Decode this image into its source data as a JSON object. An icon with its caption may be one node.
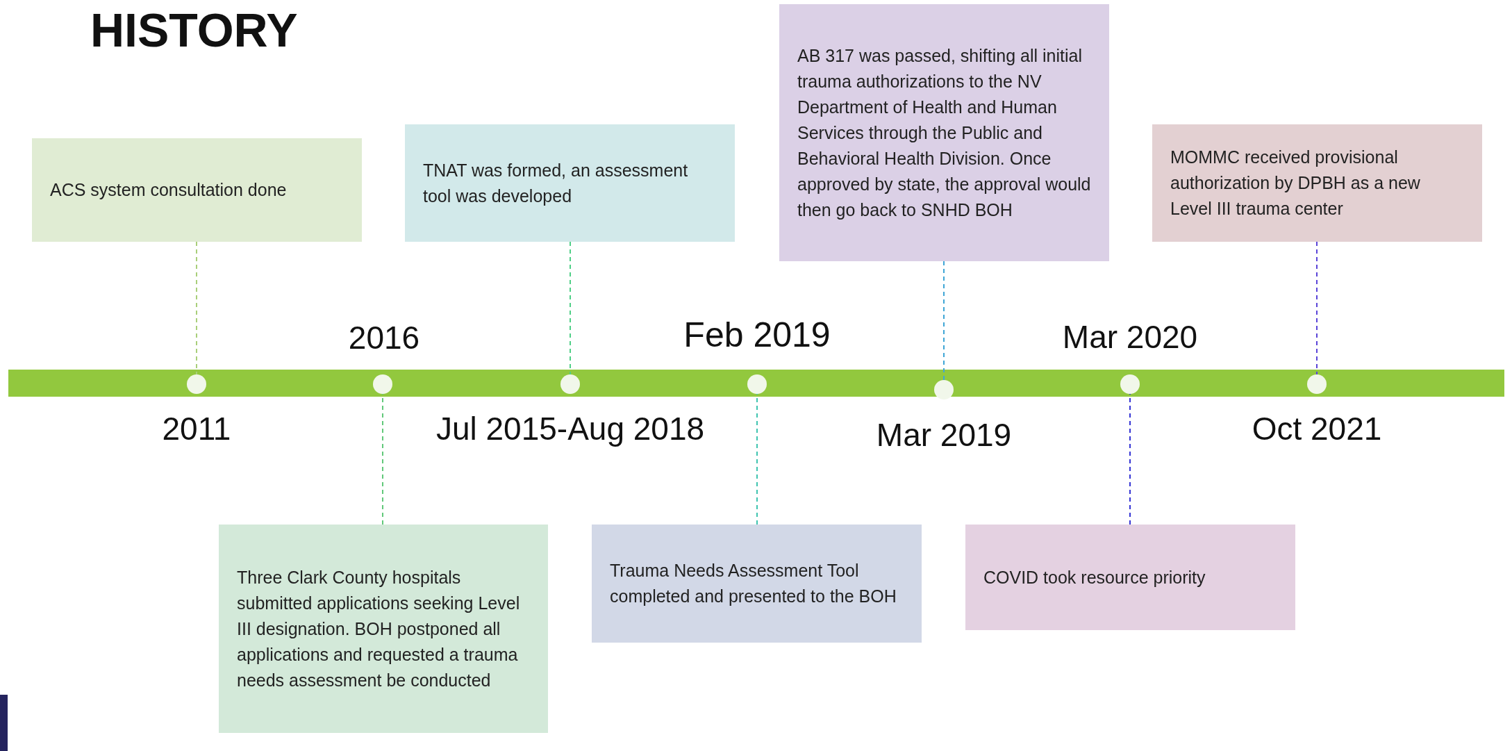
{
  "diagram": {
    "title": "HISTORY",
    "nodes": [
      {
        "text": [
          "ACS system consultation done"
        ]
      },
      {
        "text": [
          "TNAT was formed, an assessment tool was developed"
        ]
      },
      {
        "text": [
          "AB 317 was passed, shifting all initial trauma authorizations to the NV Department of Health and Human Services through the Public and Behavioral Health Division. Once approved by state, the approval would then go back to SNHD BOH"
        ]
      },
      {
        "text": [
          "MOMMC received provisional authorization by DPBH as a new Level III trauma center"
        ]
      },
      {
        "text": [],
        "shape": "circle"
      },
      {
        "text": [],
        "shape": "circle"
      },
      {
        "text": [],
        "shape": "circle"
      },
      {
        "text": [],
        "shape": "circle"
      },
      {
        "text": [],
        "shape": "circle"
      },
      {
        "text": [],
        "shape": "circle"
      },
      {
        "text": [],
        "shape": "circle"
      },
      {
        "text": [
          "Three Clark County hospitals submitted applications seeking Level III designation. BOH postponed all applications and requested a trauma needs assessment be conducted"
        ]
      },
      {
        "text": [
          "Trauma Needs Assessment Tool completed and presented to the BOH"
        ]
      },
      {
        "text": [
          "COVID took resource priority"
        ]
      }
    ],
    "edges": [
      {
        "from": 0,
        "to": 4,
        "arrow": "none",
        "style": "dashed",
        "color": "#a9cf7a"
      },
      {
        "from": 1,
        "to": 6,
        "arrow": "none",
        "style": "dashed",
        "color": "#4fcf86"
      },
      {
        "from": 2,
        "to": 8,
        "arrow": "none",
        "style": "dashed",
        "color": "#3fa6d6"
      },
      {
        "from": 3,
        "to": 10,
        "arrow": "none",
        "style": "dashed",
        "color": "#5a44d8"
      },
      {
        "from": 11,
        "to": 5,
        "arrow": "none",
        "style": "dashed",
        "color": "#62c97a"
      },
      {
        "from": 12,
        "to": 7,
        "arrow": "none",
        "style": "dashed",
        "color": "#3fc4b0"
      },
      {
        "from": 13,
        "to": 9,
        "arrow": "none",
        "style": "dashed",
        "color": "#3434d4"
      }
    ],
    "labels": [
      "2016",
      "Feb 2019",
      "Mar 2020",
      "2011",
      "Jul 2015-Aug 2018",
      "Mar 2019",
      "Oct 2021"
    ]
  }
}
